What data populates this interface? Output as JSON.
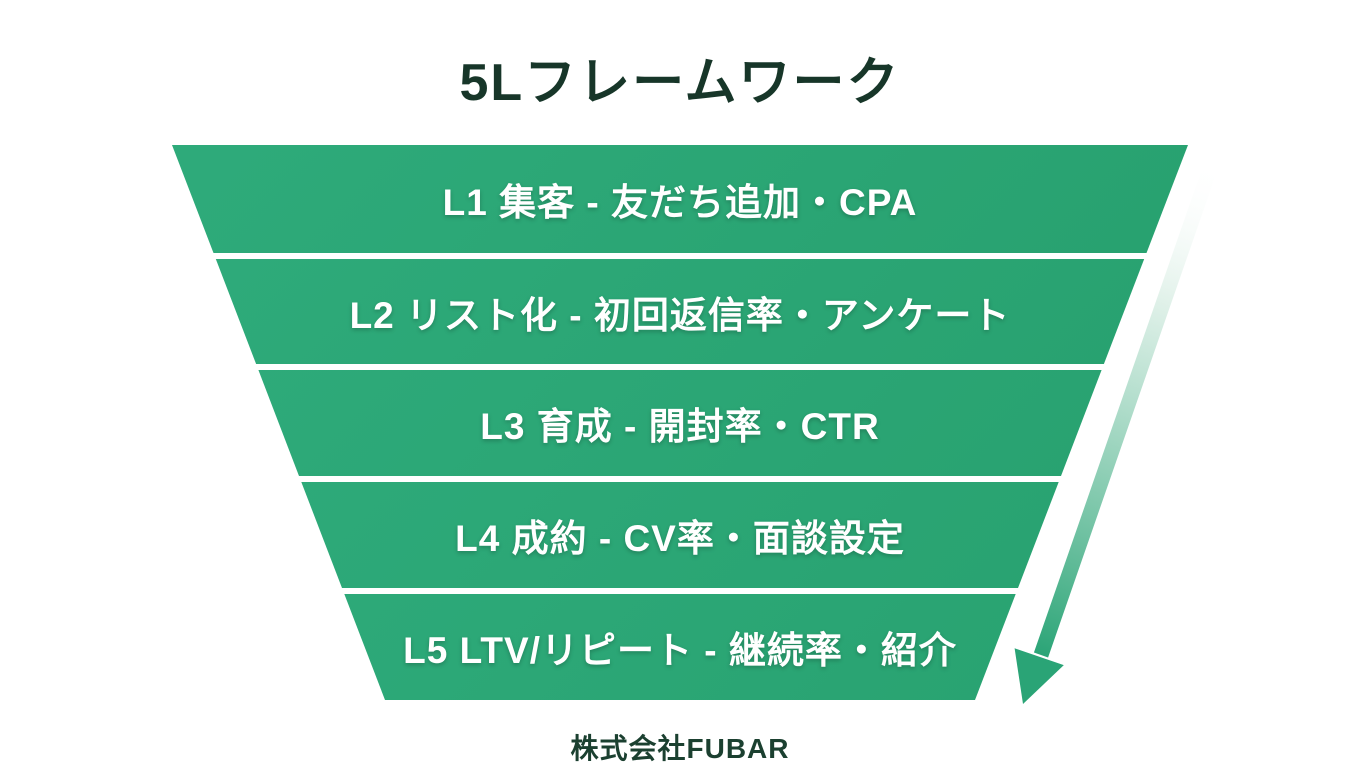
{
  "title": "5Lフレームワーク",
  "funnel": {
    "levels": [
      {
        "id": "L1",
        "label": "L1 集客 - 友だち追加・CPA"
      },
      {
        "id": "L2",
        "label": "L2 リスト化 - 初回返信率・アンケート"
      },
      {
        "id": "L3",
        "label": "L3 育成 - 開封率・CTR"
      },
      {
        "id": "L4",
        "label": "L4 成約 - CV率・面談設定"
      },
      {
        "id": "L5",
        "label": "L5 LTV/リピート - 継続率・紹介"
      }
    ]
  },
  "footer": {
    "company": "株式会社FUBAR"
  },
  "theme": {
    "funnel_green": "#27A06E",
    "funnel_green_light": "#2FAC7C",
    "arrow_green": "#2AA476",
    "title_text": "#173629",
    "footer_text": "#1B4030",
    "row_text": "#FFFFFF",
    "background": "#FFFFFF"
  }
}
